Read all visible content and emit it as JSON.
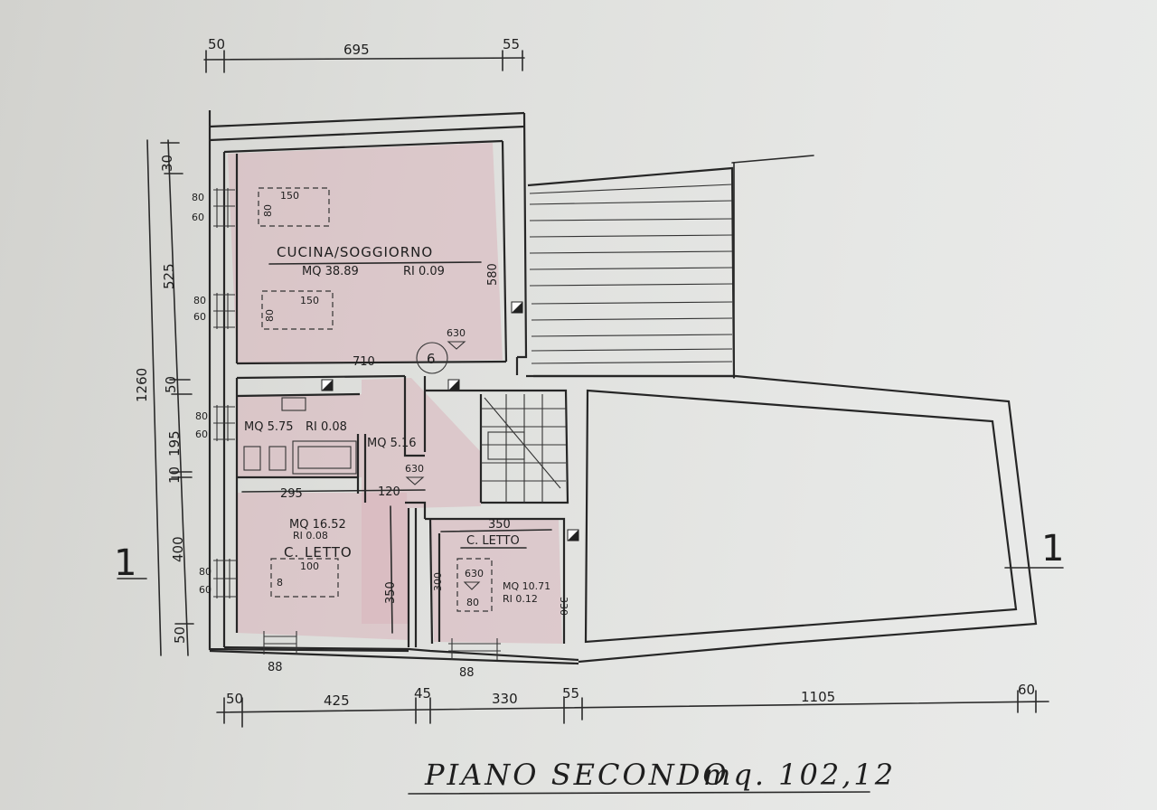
{
  "dimensions": {
    "top": [
      "50",
      "695",
      "55"
    ],
    "left": [
      "30",
      "525",
      "1260",
      "50",
      "195",
      "10",
      "400",
      "50"
    ],
    "bottom": [
      "50",
      "425",
      "45",
      "330",
      "55",
      "1105",
      "60"
    ],
    "windows_left": [
      "80",
      "60",
      "80",
      "60",
      "80",
      "60",
      "80",
      "60"
    ],
    "windows_bottom": [
      "88",
      "88"
    ]
  },
  "rooms": {
    "kitchen": {
      "name": "CUCINA/SOGGIORNO",
      "area": "MQ 38.89",
      "ratio": "RI 0.09",
      "width": "710",
      "height": "580",
      "table1_w": "150",
      "table1_h": "80",
      "table2_w": "150",
      "table2_h": "80"
    },
    "bath": {
      "area": "MQ 5.75",
      "ratio": "RI 0.08",
      "width": "295"
    },
    "hall": {
      "area": "MQ 5.16",
      "width": "120"
    },
    "bed1": {
      "name": "C. LETTO",
      "area": "MQ 16.52",
      "ratio": "RI 0.08",
      "bed_w": "100",
      "bed_h": "8",
      "height": "350"
    },
    "bed2": {
      "name": "C. LETTO",
      "area": "MQ 10.71",
      "ratio": "RI 0.12",
      "width": "350",
      "height_left": "300",
      "height_right": "330",
      "bed_w": "80"
    }
  },
  "levels": [
    "630",
    "630",
    "630"
  ],
  "marker": "6",
  "section_marks": [
    "1",
    "1"
  ],
  "title": "PIANO SECONDO",
  "title_area": "mq. 102,12"
}
